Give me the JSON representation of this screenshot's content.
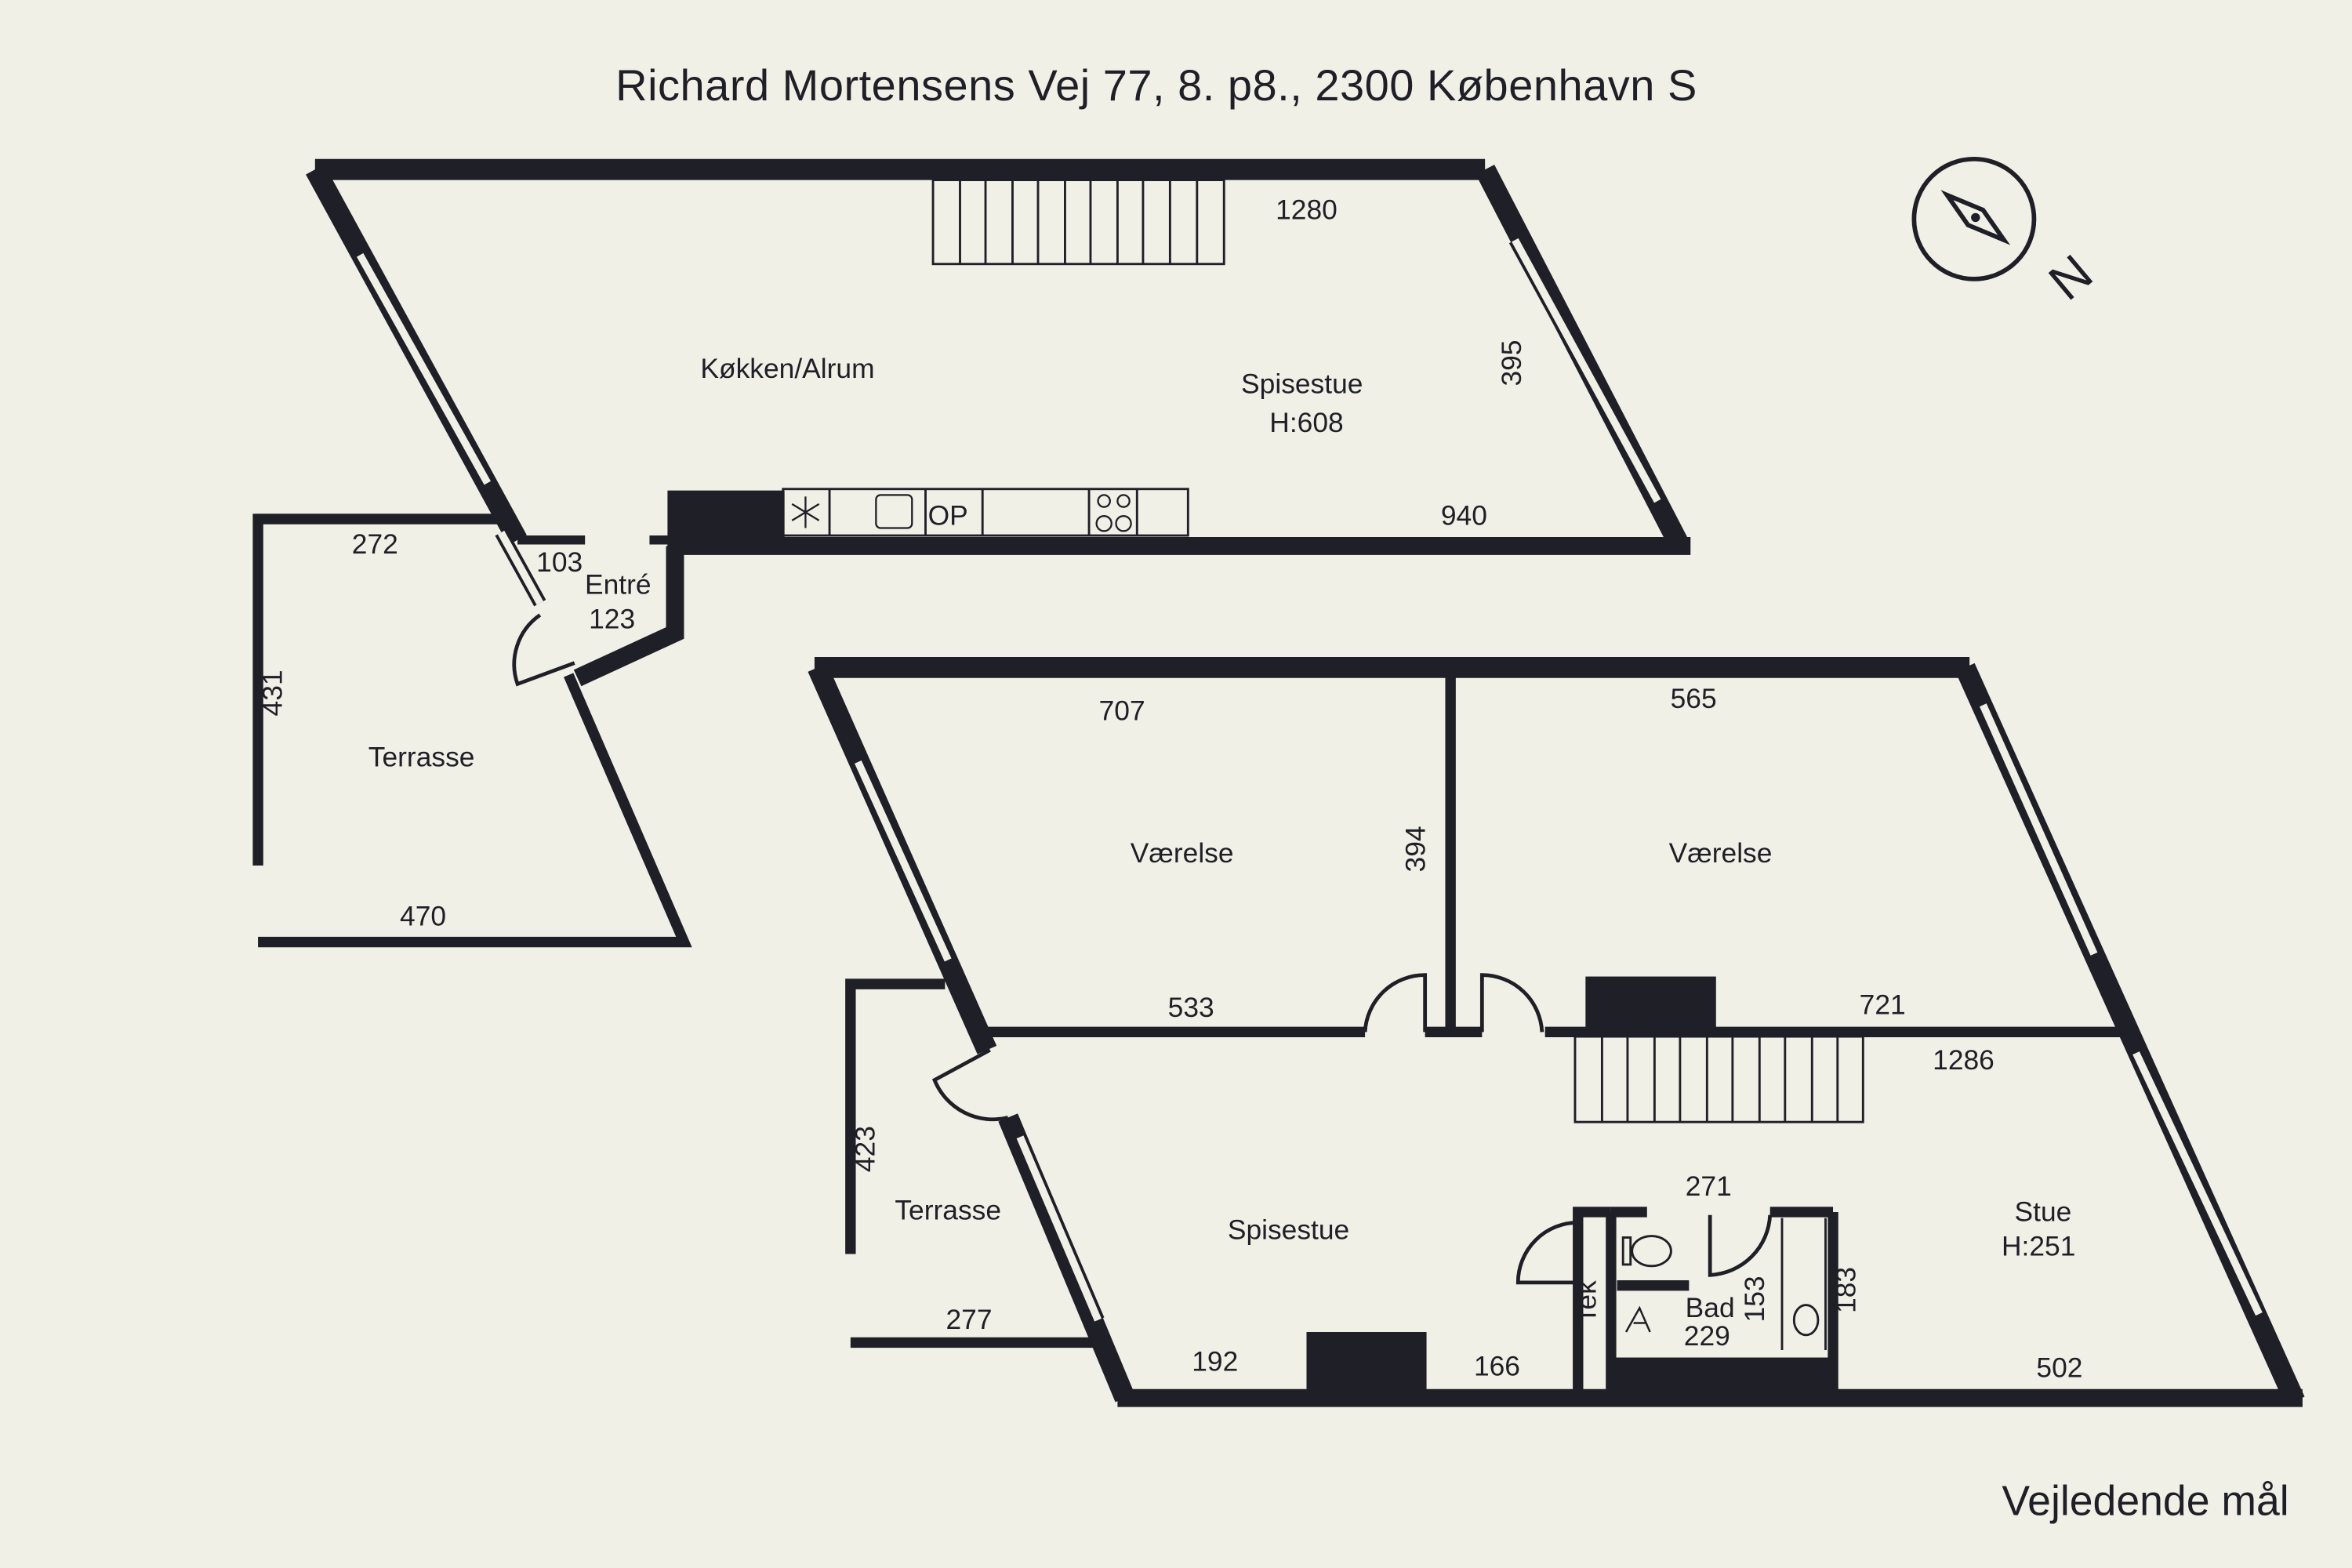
{
  "title": "Richard Mortensens Vej 77, 8. p8., 2300 København S",
  "footnote": "Vejledende mål",
  "compass": {
    "label": "N"
  },
  "upper_floor": {
    "rooms": {
      "kitchen": "Køkken/Alrum",
      "dining": "Spisestue",
      "dining_height": "H:608",
      "entry": "Entré",
      "terrace": "Terrasse",
      "appliance_op": "OP"
    },
    "dims": {
      "top_width": "1280",
      "side_height": "395",
      "bottom_width": "940",
      "entry_top": "103",
      "entry_width": "123",
      "terrace_top": "272",
      "terrace_side": "431",
      "terrace_bottom": "470"
    }
  },
  "lower_floor": {
    "rooms": {
      "bedroom_1": "Værelse",
      "bedroom_2": "Værelse",
      "dining": "Spisestue",
      "living": "Stue",
      "living_height": "H:251",
      "bath": "Bad",
      "tech": "Tek",
      "terrace": "Terrasse"
    },
    "dims": {
      "bed1_top": "707",
      "bed1_bottom": "533",
      "bed_divider": "394",
      "bed2_top": "565",
      "bed2_bottom": "721",
      "living_top": "1286",
      "bath_top": "271",
      "bath_area": "229",
      "bath_side": "153",
      "bath_side_2": "183",
      "terrace_side": "423",
      "terrace_bottom": "277",
      "dining_bottom_1": "192",
      "dining_bottom_2": "166",
      "living_bottom": "502"
    }
  }
}
